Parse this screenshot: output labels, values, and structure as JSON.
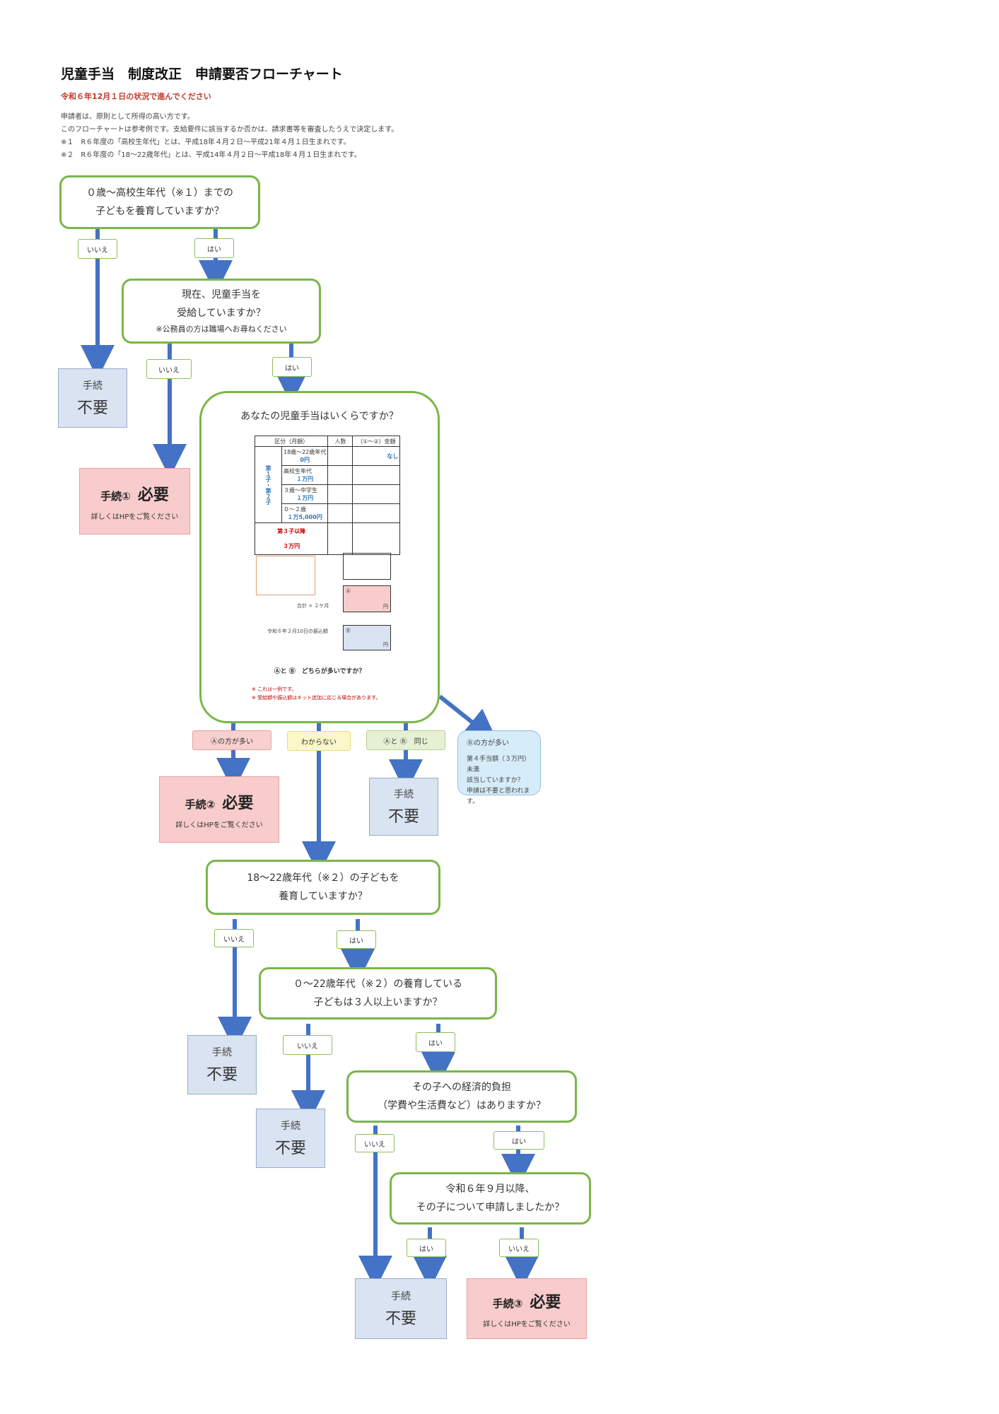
{
  "header": {
    "title": "児童手当　制度改正　申請要否フローチャート",
    "subtitle": "令和６年12月１日の状況で進んでください",
    "notes": [
      "申請者は、原則として所得の高い方です。",
      "このフローチャートは参考例です。支給要件に該当するか否かは、請求書等を審査したうえで決定します。",
      "※１　R６年度の「高校生年代」とは、平成18年４月２日～平成21年４月１日生まれです。",
      "※２　R６年度の「18～22歳年代」とは、平成14年４月２日～平成18年４月１日生まれです。"
    ]
  },
  "q1": {
    "line1": "０歳～高校生年代（※１）までの",
    "line2": "子どもを養育していますか？"
  },
  "q2": {
    "line1": "現在、児童手当を",
    "line2": "受給していますか？",
    "note": "※公務員の方は職場へお尋ねください"
  },
  "q3": {
    "title": "あなたの児童手当はいくらですか？",
    "compare": "Ⓐと Ⓑ　どちらが多いですか？",
    "table_headers": [
      "区分（月額）",
      "人数",
      "（①～②）金額"
    ],
    "row1_label": "18歳～22歳年代",
    "row1_amt": "0円",
    "row1_note": "なし",
    "row2_label": "高校生年代",
    "row2_amt": "１万円",
    "row3_label": "３歳～中学生",
    "row3_amt": "１万円",
    "row4_label": "０～２歳",
    "row4_amt": "１万5,000円",
    "row5_label": "第３子以降",
    "row5_amt": "３万円",
    "side_label": "第１子・第２子",
    "box_a": "Ⓐ",
    "box_b": "Ⓑ",
    "unit": "円",
    "total_label": "合計 × ２ケ月",
    "compare_label": "令和６年２月10日の振込額",
    "footer1": "※ これは一例です。",
    "footer2": "※ 受給額や振込額はキット追加に応じる場合があります。"
  },
  "q4": {
    "line1": "18～22歳年代（※２）の子どもを",
    "line2": "養育していますか？"
  },
  "q5": {
    "line1": "０～22歳年代（※２）の養育している",
    "line2": "子どもは３人以上いますか？"
  },
  "q6": {
    "line1": "その子への経済的負担",
    "line2": "（学費や生活費など）はありますか？"
  },
  "q7": {
    "line1": "令和６年９月以降、",
    "line2": "その子について申請しましたか？"
  },
  "labels": {
    "no": "いいえ",
    "yes": "はい",
    "a_more": "Ⓐの方が多い",
    "unknown": "わからない",
    "same": "Ⓐと Ⓑ　同じ",
    "b_more": "Ⓑの方が多い"
  },
  "b_more_note": [
    "第４手当額（３万円）未満",
    "該当していますか？",
    "申請は不要と思われます。"
  ],
  "outcomes": {
    "unneeded_line1": "手続",
    "unneeded_line2": "不要",
    "need1": "手続①",
    "need2": "手続②",
    "need3": "手続③",
    "required": "必要",
    "see_hp": "詳しくはHPをご覧ください"
  },
  "colors": {
    "question_border": "#7ab648",
    "arrow": "#4472c4",
    "unneeded_bg": "#d9e3f1",
    "required_bg": "#f8cccc"
  }
}
